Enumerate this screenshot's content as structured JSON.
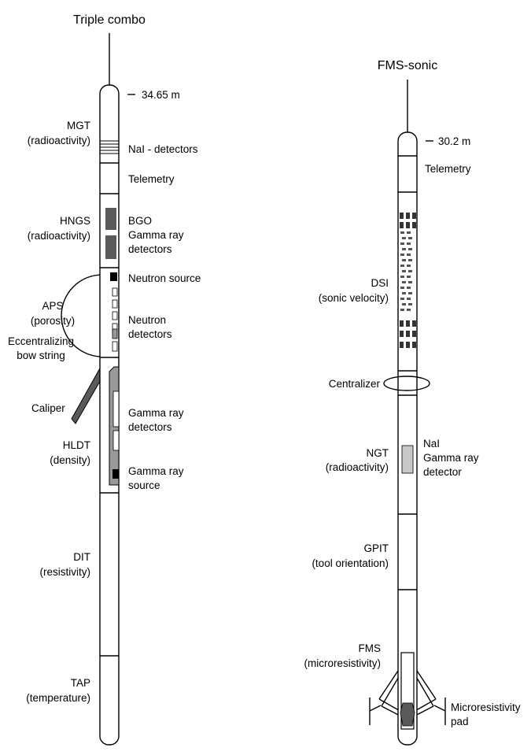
{
  "triple_combo": {
    "title": "Triple combo",
    "depth": "34.65 m",
    "mgt": {
      "name": "MGT",
      "type": "(radioactivity)"
    },
    "nai_detectors": "NaI - detectors",
    "telemetry": "Telemetry",
    "hngs": {
      "name": "HNGS",
      "type": "(radioactivity)"
    },
    "bgo": [
      "BGO",
      "Gamma ray",
      "detectors"
    ],
    "neutron_source": "Neutron source",
    "aps": {
      "name": "APS",
      "type": "(porosity)"
    },
    "neutron_detectors": [
      "Neutron",
      "detectors"
    ],
    "bow_string": [
      "Eccentralizing",
      "bow string"
    ],
    "caliper": "Caliper",
    "hldt_detectors": [
      "Gamma ray",
      "detectors"
    ],
    "hldt": {
      "name": "HLDT",
      "type": "(density)"
    },
    "hldt_source": [
      "Gamma ray",
      "source"
    ],
    "dit": {
      "name": "DIT",
      "type": "(resistivity)"
    },
    "tap": {
      "name": "TAP",
      "type": "(temperature)"
    }
  },
  "fms_sonic": {
    "title": "FMS-sonic",
    "depth": "30.2 m",
    "telemetry": "Telemetry",
    "dsi": {
      "name": "DSI",
      "type": "(sonic velocity)"
    },
    "centralizer": "Centralizer",
    "ngt": {
      "name": "NGT",
      "type": "(radioactivity)"
    },
    "ngt_detector": [
      "NaI",
      "Gamma ray",
      "detector"
    ],
    "gpit": {
      "name": "GPIT",
      "type": "(tool orientation)"
    },
    "fms": {
      "name": "FMS",
      "type": "(microresistivity)"
    },
    "pad": [
      "Microresistivity",
      "pad"
    ]
  },
  "colors": {
    "line": "#000000",
    "dark_fill": "#5a5a5a",
    "medium_fill": "#9a9a9a",
    "light_fill": "#c8c8c8"
  }
}
